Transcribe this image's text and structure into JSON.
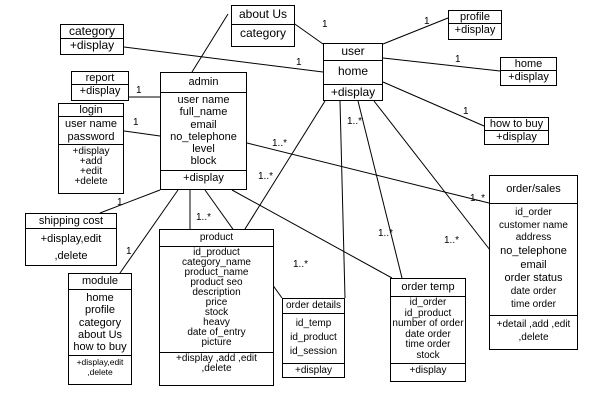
{
  "diagram": {
    "classes": {
      "category": {
        "title": "category",
        "methods": [
          "+display"
        ]
      },
      "about_us": {
        "title": "about Us",
        "methods": [
          "category"
        ]
      },
      "user": {
        "title": "user",
        "attributes": [
          "home"
        ],
        "methods": [
          "+display"
        ]
      },
      "profile": {
        "title": "profile",
        "methods": [
          "+display"
        ]
      },
      "home": {
        "title": "home",
        "methods": [
          "+display"
        ]
      },
      "how_to_buy": {
        "title": "how to buy",
        "methods": [
          "+display"
        ]
      },
      "report": {
        "title": "report",
        "methods": [
          "+display"
        ]
      },
      "login": {
        "title": "login",
        "attributes": [
          "user name",
          "password"
        ],
        "methods": [
          "+display",
          "+add",
          "+edit",
          "+delete"
        ]
      },
      "admin": {
        "title": "admin",
        "attributes": [
          "user name",
          "full_name",
          "email",
          "no_telephone",
          "level",
          "block"
        ],
        "methods": [
          "+display"
        ]
      },
      "shipping_cost": {
        "title": "shipping cost",
        "methods": [
          "+display,edit",
          ",delete"
        ]
      },
      "module": {
        "title": "module",
        "attributes": [
          "home",
          "profile",
          "category",
          "about Us",
          "how to buy"
        ],
        "methods": [
          "+display,edit",
          ",delete"
        ]
      },
      "product": {
        "title": "product",
        "attributes": [
          "id_product",
          "category_name",
          "product_name",
          "product seo",
          "description",
          "price",
          "stock",
          "heavy",
          "date of_entry",
          "picture"
        ],
        "methods": [
          "+display ,add ,edit",
          ",delete"
        ]
      },
      "order_details": {
        "title": "order details",
        "attributes": [
          "id_temp",
          "id_product",
          "id_session"
        ],
        "methods": [
          "+display"
        ]
      },
      "order_temp": {
        "title": "order temp",
        "attributes": [
          "id_order",
          "id_product",
          "number of order",
          "date order",
          "time order",
          "stock"
        ],
        "methods": [
          "+display"
        ]
      },
      "order_sales": {
        "title": "order/sales",
        "attributes": [
          "id_order",
          "customer name",
          "address",
          "no_telephone",
          "email",
          "order status",
          "date order",
          "time order"
        ],
        "methods": [
          "+detail ,add ,edit",
          ",delete"
        ]
      }
    },
    "multiplicities": {
      "about_user": "1",
      "user_profile": "1",
      "user_home": "1",
      "user_howtobuy": "1",
      "category_user": "1",
      "user_product": "1..*",
      "user_ordersales": "1..*",
      "user_ordertemp": "1..*",
      "user_orderdetails": "1..*",
      "admin_report": "1",
      "admin_login": "1",
      "admin_product": "1..*",
      "admin_ordersales": "1..*",
      "admin_ordertemp": "1..*",
      "admin_orderdetails": "1..*",
      "admin_shipping": "1",
      "admin_module": "1"
    }
  }
}
